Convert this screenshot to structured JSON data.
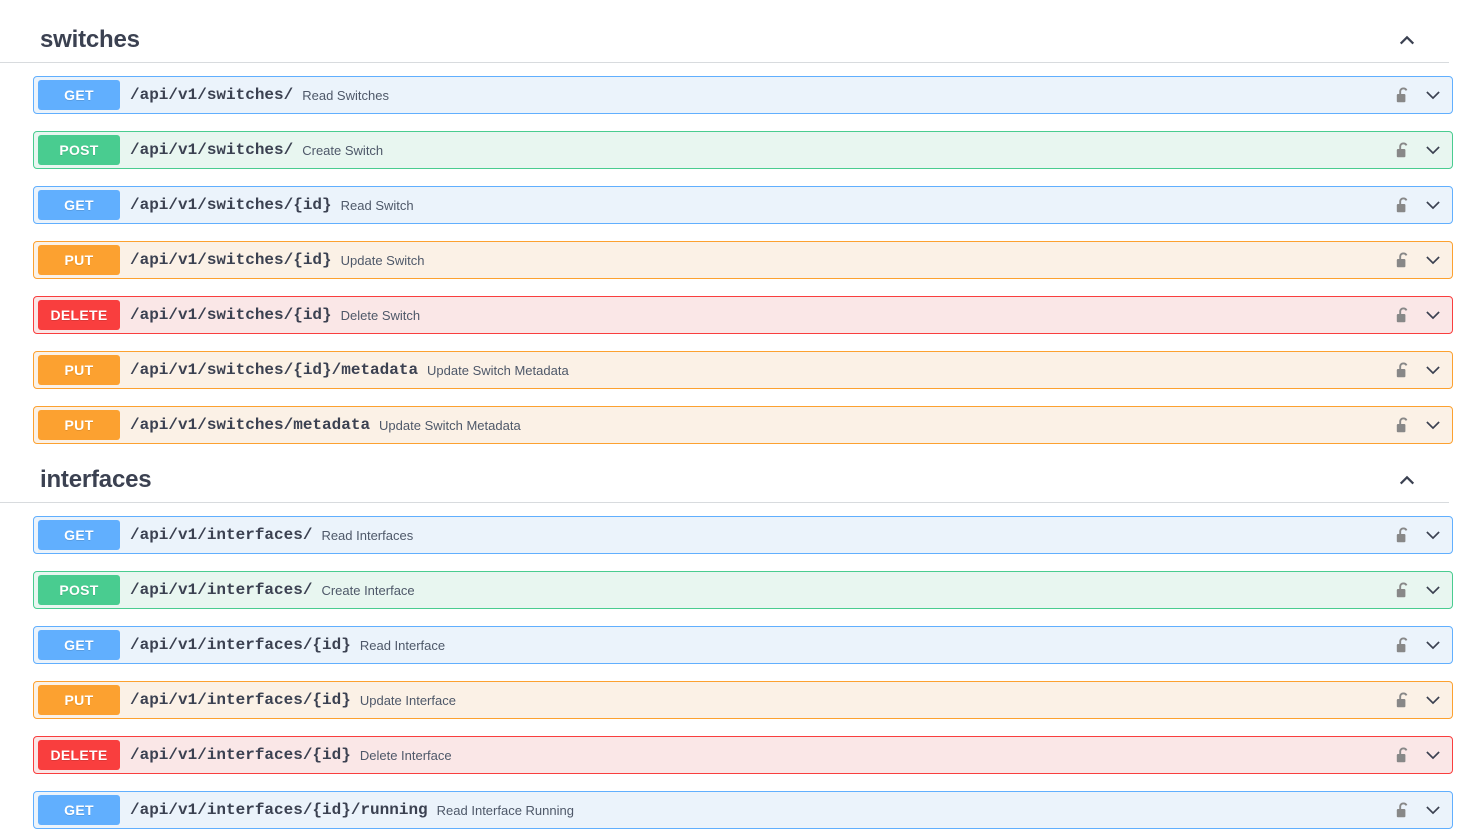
{
  "page": {
    "title": "Swagger UI - API operations",
    "colors": {
      "get": "#61affe",
      "post": "#49cc90",
      "put": "#fca130",
      "delete": "#f93e3e",
      "get_row_bg": "#ebf3fb",
      "post_row_bg": "#e8f6f0",
      "put_row_bg": "#fbf1e6",
      "delete_row_bg": "#fae7e7",
      "title_text": "#3b4151",
      "summary_text": "#4e5869",
      "lock_icon": "#888888"
    }
  },
  "sections": [
    {
      "id": "switches",
      "title": "switches",
      "collapse_icon": "chevron-up-icon",
      "expanded": true,
      "operations": [
        {
          "method": "GET",
          "method_class": "get",
          "path": "/api/v1/switches/",
          "summary": "Read Switches",
          "lock_icon": "unlocked-padlock-icon",
          "expand_icon": "chevron-down-icon"
        },
        {
          "method": "POST",
          "method_class": "post",
          "path": "/api/v1/switches/",
          "summary": "Create Switch",
          "lock_icon": "unlocked-padlock-icon",
          "expand_icon": "chevron-down-icon"
        },
        {
          "method": "GET",
          "method_class": "get",
          "path": "/api/v1/switches/{id}",
          "summary": "Read Switch",
          "lock_icon": "unlocked-padlock-icon",
          "expand_icon": "chevron-down-icon"
        },
        {
          "method": "PUT",
          "method_class": "put",
          "path": "/api/v1/switches/{id}",
          "summary": "Update Switch",
          "lock_icon": "unlocked-padlock-icon",
          "expand_icon": "chevron-down-icon"
        },
        {
          "method": "DELETE",
          "method_class": "delete",
          "path": "/api/v1/switches/{id}",
          "summary": "Delete Switch",
          "lock_icon": "unlocked-padlock-icon",
          "expand_icon": "chevron-down-icon"
        },
        {
          "method": "PUT",
          "method_class": "put",
          "path": "/api/v1/switches/{id}/metadata",
          "summary": "Update Switch Metadata",
          "lock_icon": "unlocked-padlock-icon",
          "expand_icon": "chevron-down-icon"
        },
        {
          "method": "PUT",
          "method_class": "put",
          "path": "/api/v1/switches/metadata",
          "summary": "Update Switch Metadata",
          "lock_icon": "unlocked-padlock-icon",
          "expand_icon": "chevron-down-icon"
        }
      ]
    },
    {
      "id": "interfaces",
      "title": "interfaces",
      "collapse_icon": "chevron-up-icon",
      "expanded": true,
      "operations": [
        {
          "method": "GET",
          "method_class": "get",
          "path": "/api/v1/interfaces/",
          "summary": "Read Interfaces",
          "lock_icon": "unlocked-padlock-icon",
          "expand_icon": "chevron-down-icon"
        },
        {
          "method": "POST",
          "method_class": "post",
          "path": "/api/v1/interfaces/",
          "summary": "Create Interface",
          "lock_icon": "unlocked-padlock-icon",
          "expand_icon": "chevron-down-icon"
        },
        {
          "method": "GET",
          "method_class": "get",
          "path": "/api/v1/interfaces/{id}",
          "summary": "Read Interface",
          "lock_icon": "unlocked-padlock-icon",
          "expand_icon": "chevron-down-icon"
        },
        {
          "method": "PUT",
          "method_class": "put",
          "path": "/api/v1/interfaces/{id}",
          "summary": "Update Interface",
          "lock_icon": "unlocked-padlock-icon",
          "expand_icon": "chevron-down-icon"
        },
        {
          "method": "DELETE",
          "method_class": "delete",
          "path": "/api/v1/interfaces/{id}",
          "summary": "Delete Interface",
          "lock_icon": "unlocked-padlock-icon",
          "expand_icon": "chevron-down-icon"
        },
        {
          "method": "GET",
          "method_class": "get",
          "path": "/api/v1/interfaces/{id}/running",
          "summary": "Read Interface Running",
          "lock_icon": "unlocked-padlock-icon",
          "expand_icon": "chevron-down-icon"
        }
      ]
    }
  ]
}
